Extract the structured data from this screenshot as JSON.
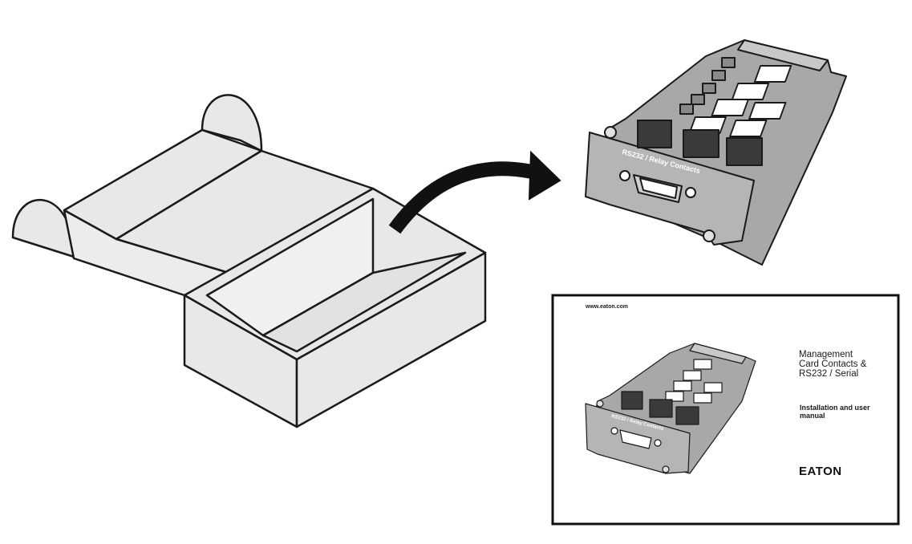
{
  "card": {
    "panel_label": "RS232 / Relay Contacts"
  },
  "manual": {
    "website": "www.eaton.com",
    "title_lines": [
      "Management",
      "Card Contacts &",
      "RS232 / Serial"
    ],
    "subtitle_lines": [
      "Installation and user",
      "manual"
    ],
    "card_label": "RS232 / Relay Contacts",
    "brand_logo": "EATON"
  },
  "colors": {
    "box_fill": "#e8e8e8",
    "card_fill": "#a8a8a8",
    "line": "#1a1a1a",
    "arrow": "#111111"
  }
}
